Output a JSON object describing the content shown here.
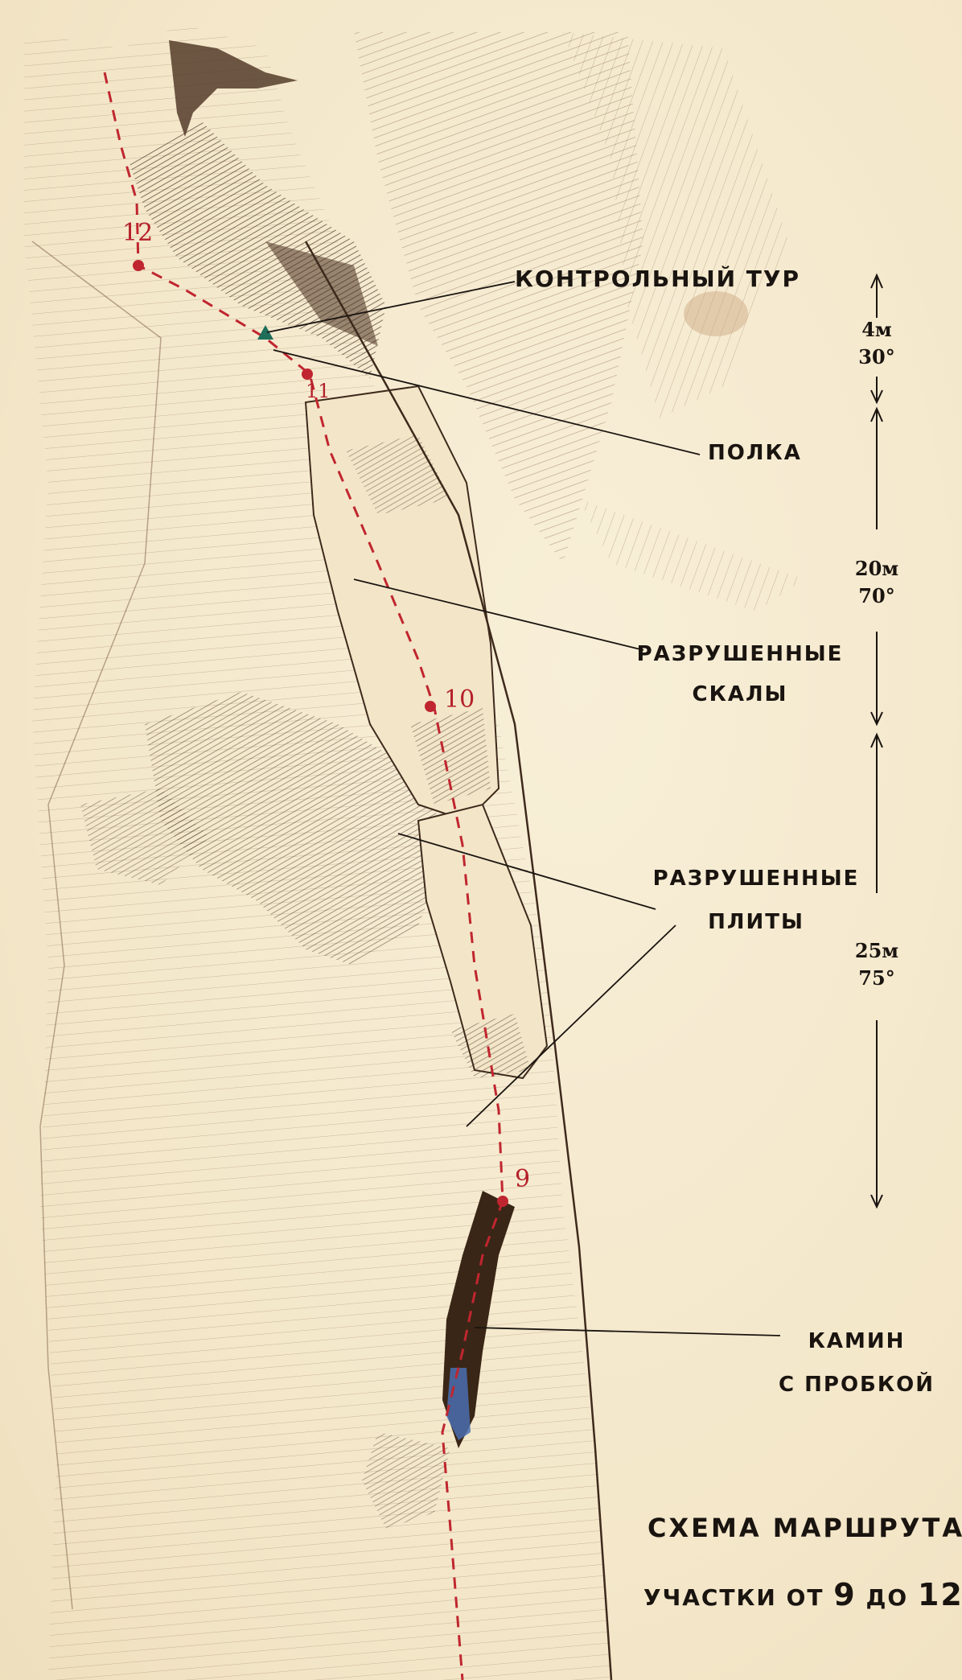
{
  "labels": {
    "control_cairn": "КОНТРОЛЬНЫЙ ТУР",
    "ledge": "ПОЛКА",
    "broken_rocks_l1": "РАЗРУШЕННЫЕ",
    "broken_rocks_l2": "СКАЛЫ",
    "broken_slabs_l1": "РАЗРУШЕННЫЕ",
    "broken_slabs_l2": "ПЛИТЫ",
    "chimney_l1": "КАМИН",
    "chimney_l2": "С ПРОБКОЙ"
  },
  "points": {
    "p9": "9",
    "p10": "10",
    "p11": "11",
    "p12": "12"
  },
  "measurements": [
    {
      "length": "4м",
      "angle": "30°"
    },
    {
      "length": "20м",
      "angle": "70°"
    },
    {
      "length": "25м",
      "angle": "75°"
    }
  ],
  "title": {
    "line1": "СХЕМА МАРШРУТА",
    "line2_prefix": "УЧАСТКИ ОТ",
    "from": "9",
    "mid": "ДО",
    "to": "12"
  },
  "colors": {
    "route": "#c0262f",
    "ink": "#1a1410",
    "sketch": "#6b4a32",
    "cairn": "#1e6e5a",
    "chimney_blue": "#4a6fb0"
  }
}
